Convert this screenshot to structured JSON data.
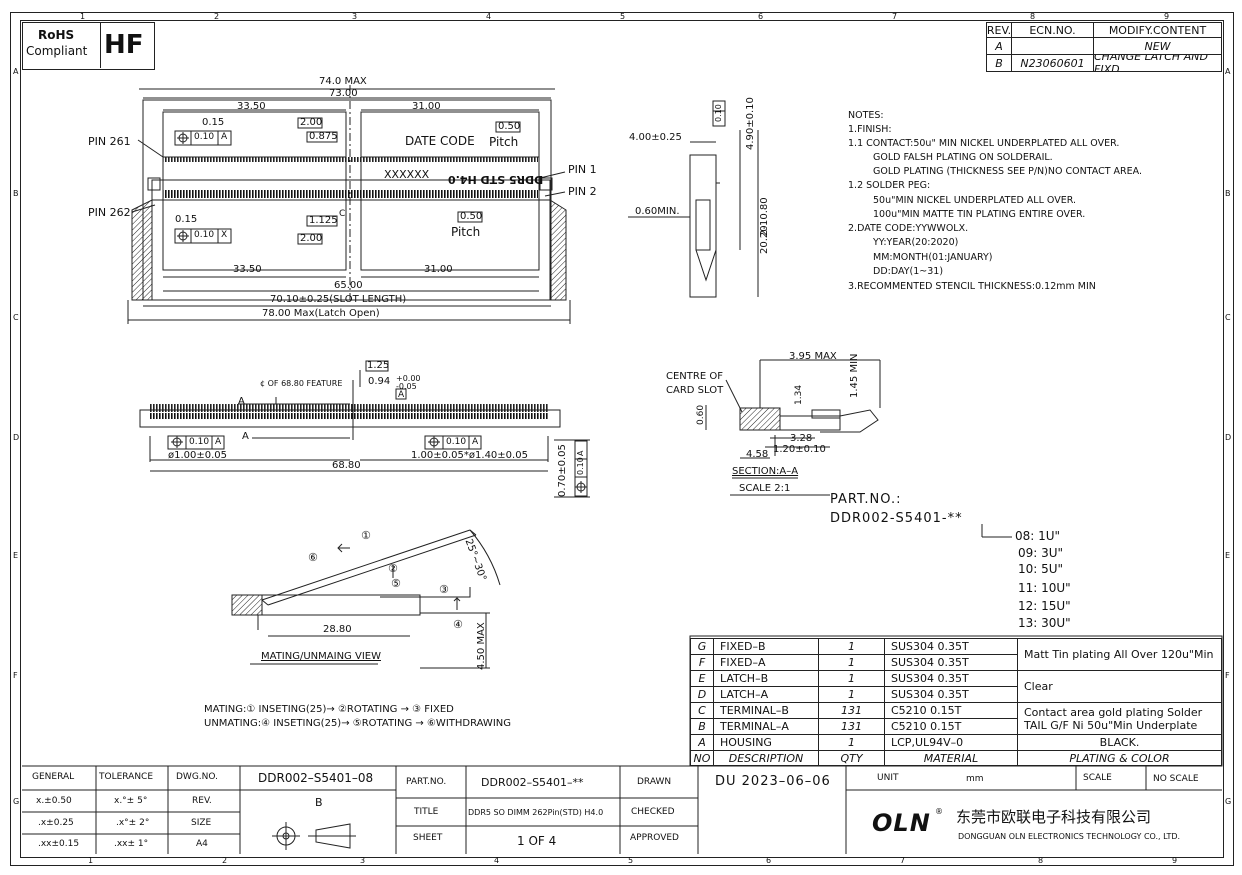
{
  "grid": {
    "cols": [
      "1",
      "2",
      "3",
      "4",
      "5",
      "6",
      "7",
      "8",
      "9"
    ],
    "rows": [
      "A",
      "B",
      "C",
      "D",
      "E",
      "F",
      "G"
    ]
  },
  "badges": {
    "rohs_line1": "RoHS",
    "rohs_line2": "Compliant",
    "hf": "HF"
  },
  "revision": {
    "headers": [
      "REV.",
      "ECN.NO.",
      "MODIFY.CONTENT"
    ],
    "rows": [
      {
        "rev": "A",
        "ecn": "",
        "content": "NEW"
      },
      {
        "rev": "B",
        "ecn": "N23060601",
        "content": "CHANGE LATCH AND FIXD"
      }
    ]
  },
  "top_view": {
    "max_width": "74.0 MAX",
    "width": "73.00",
    "left_span": "33.50",
    "right_span": "31.00",
    "d_015_top": "0.15",
    "tol_top": "0.10",
    "datum_top": "A",
    "d_200_top": "2.00",
    "d_0875": "0.875",
    "date_code": "DATE CODE",
    "pitch_top": "0.50",
    "pitch_label": "Pitch",
    "code_mark": "XXXXXX",
    "stamp": "DDR5 STD H4.0",
    "pin261": "PIN 261",
    "pin262": "PIN 262",
    "pin1": "PIN 1",
    "pin2": "PIN 2",
    "d_015_bot": "0.15",
    "tol_bot": "0.10",
    "datum_bot": "X",
    "d_1125": "1.125",
    "d_200_bot": "2.00",
    "pitch_bot": "0.50",
    "bot_left": "33.50",
    "bot_right": "31.00",
    "span65": "65.00",
    "slot": "70.10±0.25(SLOT LENGTH)",
    "latch_open": "78.00 Max(Latch Open)",
    "centre_mark": "C"
  },
  "side_view": {
    "d400": "4.00±0.25",
    "d490": "4.90±0.10",
    "d060": "0.60MIN.",
    "d1080": "2-10.80",
    "d2020": "20.20",
    "gauge": "0.10"
  },
  "notes": [
    "NOTES:",
    "1.FINISH:",
    "1.1  CONTACT:50u\" MIN NICKEL UNDERPLATED ALL OVER.",
    "GOLD FALSH PLATING ON SOLDERAIL.",
    "GOLD PLATING (THICKNESS SEE P/N)NO CONTACT AREA.",
    "1.2  SOLDER PEG:",
    "50u\"MIN NICKEL UNDERPLATED ALL OVER.",
    "100u\"MIN MATTE TIN PLATING ENTIRE OVER.",
    "2.DATE CODE:YYWWOLX.",
    "YY:YEAR(20:2020)",
    "MM:MONTH(01:JANUARY)",
    "DD:DAY(1~31)",
    "3.RECOMMENTED STENCIL THICKNESS:0.12mm MIN"
  ],
  "front_view": {
    "d125": "1.25",
    "feature": "¢ OF 68.80 FEATURE",
    "d094": "0.94",
    "d094_up": "+0.00",
    "d094_dn": "-0.05",
    "datum": "A",
    "sec_a": "A",
    "tol_left": "0.10",
    "datum_l": "A",
    "d100": "ø1.00±0.05",
    "tol_right": "0.10",
    "datum_r": "A",
    "d_right": "1.00±0.05*ø1.40±0.05",
    "d6880": "68.80",
    "d070": "0.70±0.05",
    "tol_v": "0.10",
    "datum_v": "A"
  },
  "section": {
    "centre1": "CENTRE OF",
    "centre2": "CARD SLOT",
    "d395": "3.95 MAX",
    "d145": "1.45 MIN",
    "d134": "1.34",
    "d060": "0.60",
    "d328": "3.28",
    "d120": "1.20±0.10",
    "d458": "4.58",
    "title": "SECTION:A–A",
    "scale": "SCALE 2:1"
  },
  "part_options": {
    "label": "PART.NO.:",
    "part": "DDR002-S5401-**",
    "options": [
      "08:  1U\"",
      "09:  3U\"",
      "10:  5U\"",
      "11:  10U\"",
      "12:  15U\"",
      "13:  30U\""
    ]
  },
  "mating": {
    "angle": "25°~30°",
    "d2880": "28.80",
    "d450": "4.50 MAX",
    "title": "MATING/UNMAING VIEW",
    "mating_line": "MATING:① INSETING(25)→ ②ROTATING → ③ FIXED",
    "unmating_line": "UNMATING:④ INSETING(25)→ ⑤ROTATING → ⑥WITHDRAWING",
    "n1": "①",
    "n2": "②",
    "n3": "③",
    "n4": "④",
    "n5": "⑤",
    "n6": "⑥"
  },
  "bom": {
    "rows": [
      {
        "no": "G",
        "desc": "FIXED–B",
        "qty": "1",
        "mat": "SUS304  0.35T"
      },
      {
        "no": "F",
        "desc": "FIXED–A",
        "qty": "1",
        "mat": "SUS304  0.35T"
      },
      {
        "no": "E",
        "desc": "LATCH–B",
        "qty": "1",
        "mat": "SUS304  0.35T"
      },
      {
        "no": "D",
        "desc": "LATCH–A",
        "qty": "1",
        "mat": "SUS304  0.35T"
      },
      {
        "no": "C",
        "desc": "TERMINAL–B",
        "qty": "131",
        "mat": "C5210  0.15T"
      },
      {
        "no": "B",
        "desc": "TERMINAL–A",
        "qty": "131",
        "mat": "C5210  0.15T"
      },
      {
        "no": "A",
        "desc": "HOUSING",
        "qty": "1",
        "mat": "LCP,UL94V–0"
      }
    ],
    "plating_gf": "Matt Tin plating All Over 120u\"Min",
    "plating_de": "Clear",
    "plating_bc1": "Contact area gold plating Solder",
    "plating_bc2": "TAIL G/F Ni 50u\"Min Underplate",
    "plating_a": "BLACK.",
    "headers": [
      "NO",
      "DESCRIPTION",
      "QTY",
      "MATERIAL",
      "PLATING & COLOR"
    ]
  },
  "title_block": {
    "general": "GENERAL",
    "tolerance": "TOLERANCE",
    "dwg_no_label": "DWG.NO.",
    "dwg_no": "DDR002–S5401–08",
    "part_label": "PART.NO.",
    "part_no": "DDR002–S5401–**",
    "drawn_label": "DRAWN",
    "drawn": "DU  2023–06–06",
    "unit_label": "UNIT",
    "unit": "mm",
    "scale_label": "SCALE",
    "scale": "NO SCALE",
    "tol1a": "x.±0.50",
    "tol1b": "x.°± 5°",
    "rev_label": "REV.",
    "rev": "B",
    "tol2a": ".x±0.25",
    "tol2b": ".x°± 2°",
    "size_label": "SIZE",
    "size": "A4",
    "tol3a": ".xx±0.15",
    "tol3b": ".xx± 1°",
    "title_label": "TITLE",
    "title": "DDR5 SO DIMM 262Pin(STD) H4.0",
    "checked": "CHECKED",
    "sheet_label": "SHEET",
    "sheet": "1  OF  4",
    "approved": "APPROVED",
    "logo": "OLN",
    "registered": "®",
    "company_cn": "东莞市欧联电子科技有限公司",
    "company_en": "DONGGUAN OLN ELECTRONICS TECHNOLOGY CO., LTD."
  }
}
